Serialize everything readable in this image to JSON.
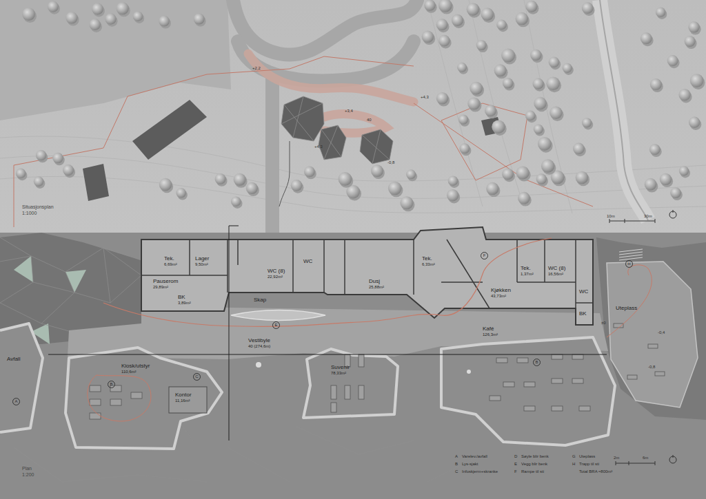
{
  "diagram": {
    "nodes": [
      {
        "text": [
          "Tek.",
          "6,69m²"
        ]
      },
      {
        "text": [
          "Lager",
          "9,50m²"
        ]
      },
      {
        "text": [
          "Pauserom",
          "29,89m²"
        ]
      },
      {
        "text": [
          "BK",
          "3,89m²"
        ]
      },
      {
        "text": [
          "WC (8)",
          "22,92m²"
        ]
      },
      {
        "text": [
          "WC"
        ]
      },
      {
        "text": [
          "Tek.",
          "6,33m²"
        ]
      },
      {
        "text": [
          "Dusj",
          "25,88m²"
        ]
      },
      {
        "text": [
          "Tek.",
          "1,37m²"
        ]
      },
      {
        "text": [
          "WC (8)",
          "16,56m²"
        ]
      },
      {
        "text": [
          "Kjøkken",
          "43,73m²"
        ]
      },
      {
        "text": [
          "WC"
        ]
      },
      {
        "text": [
          "BK"
        ]
      },
      {
        "text": [
          "Skap"
        ]
      },
      {
        "text": [
          "Vestibyle",
          "40 (274,6m)"
        ]
      },
      {
        "text": [
          "Kafé",
          "126,3m²"
        ]
      },
      {
        "text": [
          "Uteplass"
        ]
      },
      {
        "text": [
          "Kiosk/utstyr",
          "110,6m²"
        ]
      },
      {
        "text": [
          "Kontor",
          "11,16m²"
        ]
      },
      {
        "text": [
          "Suvenir",
          "78,33m²"
        ]
      },
      {
        "text": [
          "Avfall"
        ]
      }
    ],
    "labels": [
      "+2,2",
      "+3,4",
      "+4,3",
      "+4,3",
      "40",
      "-0,8",
      "Situasjonsplan",
      "1:1000",
      "10m",
      "30m",
      "A",
      "B",
      "C",
      "E",
      "F",
      "B",
      "H",
      "±0",
      "-0,4",
      "-0,8",
      "Plan",
      "1:200",
      "2m",
      "6m",
      "A",
      "Varelev./avfall",
      "B",
      "Lys-sjakt",
      "C",
      "Infoskjerm+skranke",
      "D",
      "Søyle blir benk",
      "E",
      "Vegg blir benk",
      "F",
      "Rampe til sti",
      "G",
      "Uteplass",
      "H",
      "Trapp til sti",
      "Total BRA ≈800m²"
    ]
  }
}
